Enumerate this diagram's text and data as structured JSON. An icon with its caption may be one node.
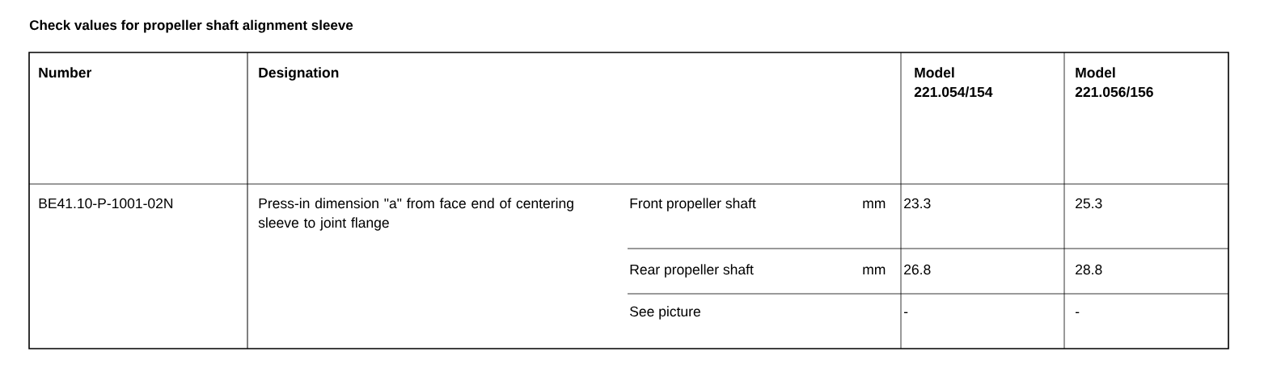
{
  "diagram": {
    "title": "Check values for propeller shaft alignment sleeve",
    "labels": [
      "Number",
      "Designation",
      "Model 221.054/154",
      "Model 221.056/156",
      "BE41.10-P-1001-02N",
      "Press-in dimension \"a\" from face end of centering sleeve to joint flange",
      "Front propeller shaft",
      "mm",
      "23.3",
      "25.3",
      "Rear propeller shaft",
      "mm",
      "26.8",
      "28.8",
      "See picture",
      "-",
      "-"
    ]
  }
}
